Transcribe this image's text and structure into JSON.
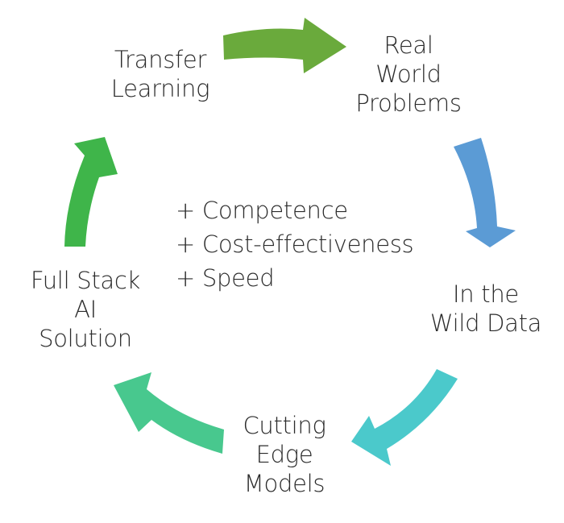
{
  "nodes": {
    "transfer_learning": [
      "Transfer",
      "Learning"
    ],
    "real_world_problems": [
      "Real",
      "World",
      "Problems"
    ],
    "in_the_wild_data": [
      "In the",
      "Wild Data"
    ],
    "cutting_edge_models": [
      "Cutting",
      "Edge",
      "Models"
    ],
    "full_stack_ai_solution": [
      "Full Stack",
      "AI",
      "Solution"
    ]
  },
  "benefits": [
    "+ Competence",
    "+ Cost-effectiveness",
    "+ Speed"
  ],
  "colors": {
    "arrow_top": "#6aaa3c",
    "arrow_right": "#5b9bd5",
    "arrow_bottom_right": "#4bc9cb",
    "arrow_bottom_left": "#48c88e",
    "arrow_left": "#3fb54a",
    "text": "#2b2b2b"
  }
}
